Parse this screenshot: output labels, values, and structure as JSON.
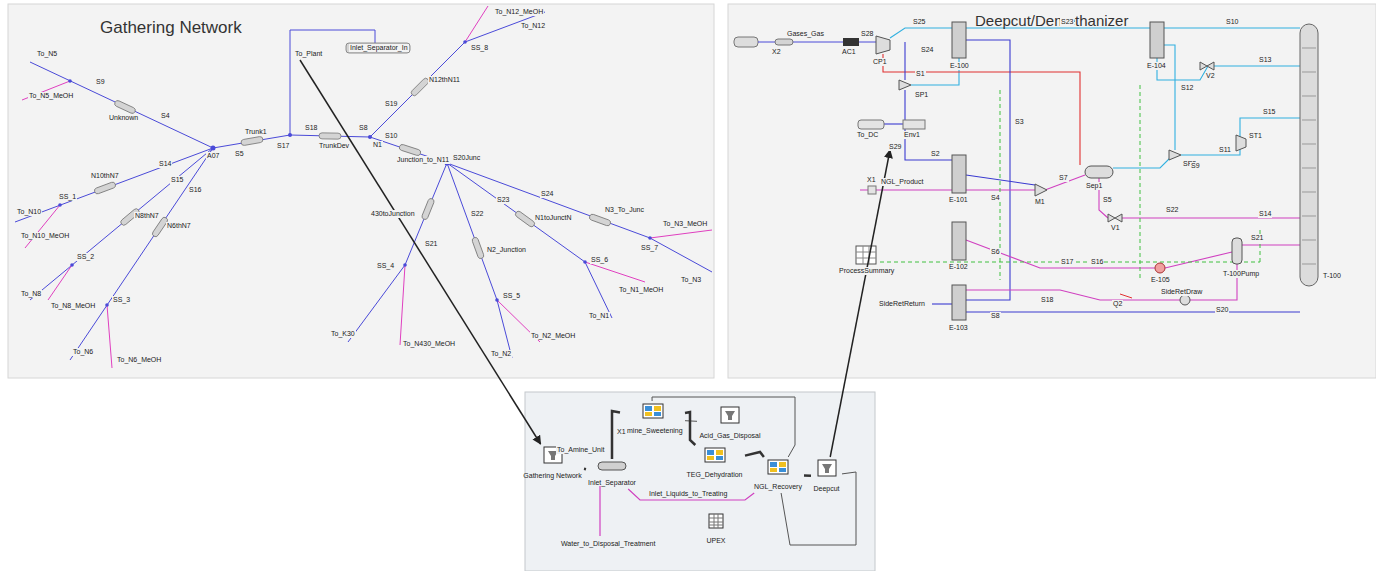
{
  "diagram": {
    "nodes": [
      {
        "text": [
          "Gathering Network"
        ]
      },
      {
        "text": [
          "Deepcut/Demethanizer"
        ]
      },
      {
        "text": [
          "Gathering Network"
        ]
      },
      {
        "text": [
          "Inlet_Separator"
        ]
      },
      {
        "text": [
          "Amine_Sweetening"
        ]
      },
      {
        "text": [
          "Acid_Gas_Disposal"
        ]
      },
      {
        "text": [
          "TEG_Dehydration"
        ]
      },
      {
        "text": [
          "NGL_Recovery"
        ]
      },
      {
        "text": [
          "Deepcut"
        ]
      },
      {
        "text": [
          "UPEX"
        ]
      }
    ],
    "edges": [
      {
        "from": 0,
        "to": 2,
        "arrow": "to"
      },
      {
        "from": 8,
        "to": 1,
        "arrow": "to"
      },
      {
        "from": 2,
        "to": 3,
        "arrow": "none"
      },
      {
        "from": 3,
        "to": 4,
        "arrow": "none"
      },
      {
        "from": 4,
        "to": 5,
        "arrow": "none"
      },
      {
        "from": 4,
        "to": 6,
        "arrow": "none"
      },
      {
        "from": 6,
        "to": 7,
        "arrow": "none"
      },
      {
        "from": 7,
        "to": 8,
        "arrow": "none"
      },
      {
        "from": 3,
        "to": 7,
        "label": "Inlet_Liquids_to_Treating",
        "arrow": "none"
      },
      {
        "from": 8,
        "to": 7,
        "arrow": "none"
      },
      {
        "from": 4,
        "to": 7,
        "arrow": "none"
      }
    ],
    "labels": [
      "To_N5",
      "To_N5_MeOH",
      "S9",
      "Unknown",
      "S4",
      "A07",
      "S14",
      "N10thN7",
      "SS_1",
      "To_N10",
      "To_N10_MeOH",
      "S15",
      "N8thN7",
      "SS_2",
      "To_N8",
      "To_N8_MeOH",
      "S16",
      "N6thN7",
      "SS_3",
      "To_N6",
      "To_N6_MeOH",
      "S5",
      "Trunk1",
      "S17",
      "To_Plant",
      "Inlet_Separator_In",
      "S18",
      "TrunkDev",
      "S8",
      "N1",
      "S10",
      "Junction_to_N11",
      "S20Junc",
      "S19",
      "N12thN11",
      "SS_8",
      "To_N12_MeOH",
      "To_N12",
      "S24",
      "N3_To_Junc",
      "SS_7",
      "To_N3_MeOH",
      "To_N3",
      "S23",
      "N1toJunctN",
      "SS_6",
      "To_N1_MeOH",
      "To_N1",
      "S22",
      "N2_Junction",
      "SS_5",
      "To_N2_MeOH",
      "To_N2",
      "S21",
      "430toJunction",
      "SS_4",
      "To_K30",
      "To_N430_MeOH",
      "Gases_Gas",
      "X2",
      "AC1",
      "S28",
      "CP1",
      "S25",
      "S24",
      "E-100",
      "S23",
      "E-104",
      "S10",
      "S12",
      "V2",
      "S13",
      "S1",
      "SP1",
      "To_DC",
      "Env1",
      "S29",
      "S3",
      "S11",
      "SP2",
      "ST1",
      "S15",
      "S2",
      "X1",
      "NGL_Product",
      "E-101",
      "S4",
      "M1",
      "S7",
      "Sep1",
      "S5",
      "S9",
      "S22",
      "V1",
      "S14",
      "E-102",
      "S6",
      "ProcessSummary",
      "S17",
      "S21",
      "T-100",
      "T-100Pump",
      "Q2",
      "E-105",
      "S16",
      "SideRetDraw",
      "S18",
      "SideRetReturn",
      "E-103",
      "S8",
      "S20",
      "To_Amine_Unit",
      "X1",
      "Water_to_Disposal_Treatment"
    ]
  }
}
